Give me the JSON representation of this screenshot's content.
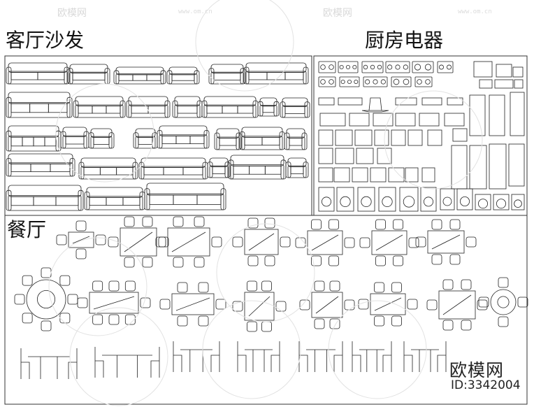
{
  "sections": {
    "living_room_sofa": "客厅沙发",
    "kitchen_appliances": "厨房电器",
    "dining_room": "餐厅"
  },
  "watermark": {
    "brand": "欧模网",
    "id_label": "ID:3342004",
    "url": "www.om.cn"
  },
  "colors": {
    "line": "#222222",
    "watermark": "#dddddd",
    "background": "#ffffff"
  }
}
